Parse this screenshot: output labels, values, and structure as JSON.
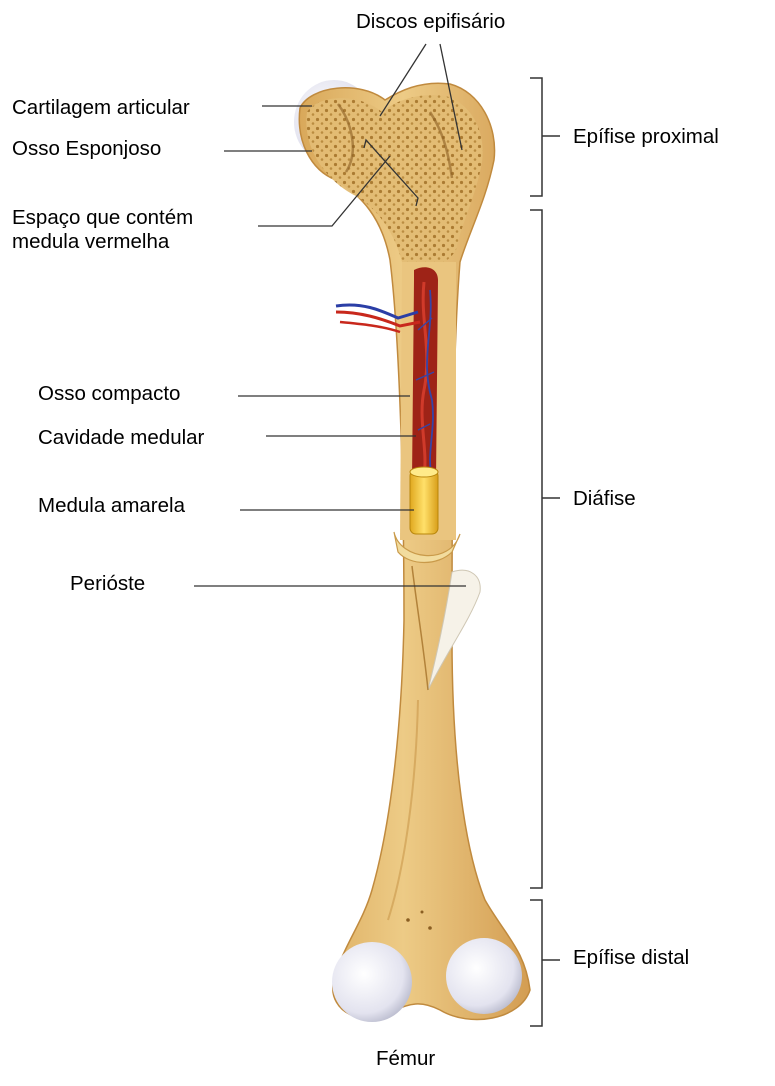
{
  "diagram": {
    "caption": "Fémur",
    "labels": {
      "discos_epifisario": "Discos epifisário",
      "cartilagem_articular": "Cartilagem articular",
      "osso_esponjoso": "Osso Esponjoso",
      "espaco_medula_vermelha": "Espaço que contém\nmedula vermelha",
      "osso_compacto": "Osso compacto",
      "cavidade_medular": "Cavidade medular",
      "medula_amarela": "Medula amarela",
      "periosteo": "Perióste",
      "epifise_proximal": "Epífise proximal",
      "diafise": "Diáfise",
      "epifise_distal": "Epífise distal"
    },
    "colors": {
      "bone": "#E8C37A",
      "bone_dark": "#C99A4A",
      "spongy_pores": "#A8782F",
      "cartilage": "#E6E6F2",
      "cartilage_shadow": "#B9BACB",
      "marrow_red": "#B32A1E",
      "vessel_blue": "#2F3FA0",
      "yellow_marrow": "#F2C230",
      "periosteum": "#F4F0E6"
    }
  }
}
